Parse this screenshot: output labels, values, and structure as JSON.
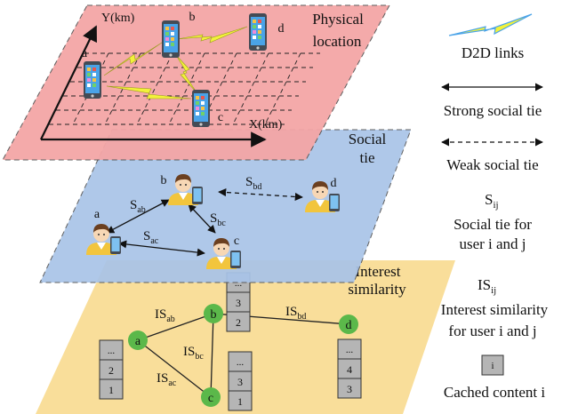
{
  "layers": {
    "physical": {
      "title_line1": "Physical",
      "title_line2": "location",
      "x_axis": "X(km)",
      "y_axis": "Y(km)"
    },
    "social": {
      "title_line1": "Social",
      "title_line2": "tie"
    },
    "interest": {
      "title_line1": "Interest",
      "title_line2": "similarity"
    }
  },
  "users": {
    "a": "a",
    "b": "b",
    "c": "c",
    "d": "d"
  },
  "social_ties": {
    "ab": {
      "base": "S",
      "sub": "ab"
    },
    "bc": {
      "base": "S",
      "sub": "bc"
    },
    "ac": {
      "base": "S",
      "sub": "ac"
    },
    "bd": {
      "base": "S",
      "sub": "bd"
    }
  },
  "interest_links": {
    "ab": {
      "base": "IS",
      "sub": "ab"
    },
    "bc": {
      "base": "IS",
      "sub": "bc"
    },
    "ac": {
      "base": "IS",
      "sub": "ac"
    },
    "bd": {
      "base": "IS",
      "sub": "bd"
    }
  },
  "cache_stacks": {
    "a": [
      "...",
      "2",
      "1"
    ],
    "b": [
      "...",
      "3",
      "2"
    ],
    "c": [
      "...",
      "3",
      "1"
    ],
    "d": [
      "...",
      "4",
      "3"
    ]
  },
  "legend": {
    "d2d": "D2D links",
    "strong": "Strong social tie",
    "weak": "Weak social tie",
    "sij_base": "S",
    "sij_sub": "ij",
    "sij_desc1": "Social tie for",
    "sij_desc2": "user i and j",
    "isij_base": "IS",
    "isij_sub": "ij",
    "isij_desc1": "Interest similarity",
    "isij_desc2": "for user i and j",
    "cache_box": "i",
    "cache_desc": "Cached content i"
  },
  "colors": {
    "physical_layer": "#f4a6a6",
    "social_layer": "#a9c4e8",
    "interest_layer": "#f9dc95",
    "user_node": "#5bb84a",
    "lightning": "#f2f23a",
    "cache_box": "#b5b5b5"
  }
}
